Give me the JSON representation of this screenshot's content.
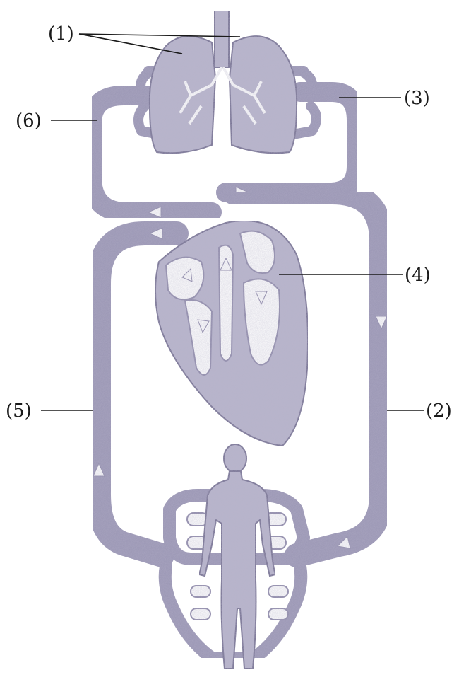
{
  "labels": {
    "l1": "(1)",
    "l2": "(2)",
    "l3": "(3)",
    "l4": "(4)",
    "l5": "(5)",
    "l6": "(6)"
  },
  "colors": {
    "vessel": "#9a95b3",
    "vessel_edge": "#6f6a8c",
    "organ": "#b9b6cc",
    "ink": "#1a1a1a"
  }
}
